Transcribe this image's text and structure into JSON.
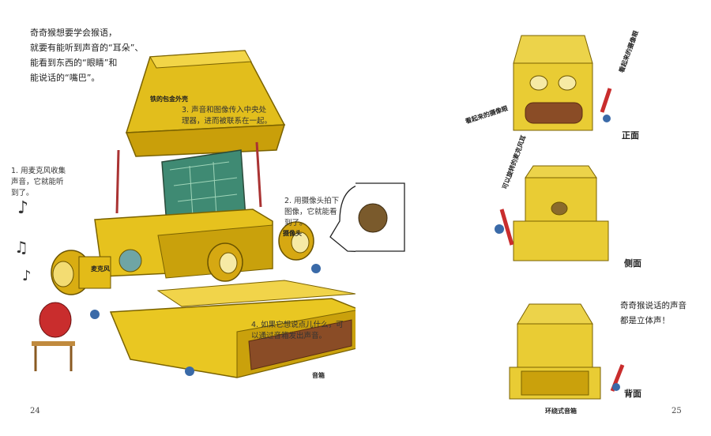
{
  "left_page": {
    "intro_lines": [
      "奇奇猴想要学会猴语，",
      "就要有能听到声音的“耳朵”、",
      "能看到东西的“眼睛”和",
      "能说话的“嘴巴”。"
    ],
    "note_mic": "1. 用麦克风收集声音，它就能听到了。",
    "note_camera": "2. 用摄像头拍下图像，它就能看到了。",
    "note_cpu": "3. 声音和图像传入中央处理器，进而被联系在一起。",
    "note_speaker": "4. 如果它想说点儿什么，可以通过音箱发出声音。",
    "label_shell": "铁的包金外壳",
    "label_mic": "麦克风",
    "label_camera": "摄像头",
    "label_speaker": "音箱",
    "page_number": "24"
  },
  "right_page": {
    "front_label": "正面",
    "side_label": "侧面",
    "back_label": "背面",
    "hand_left_camera": "看起来的摄像眼",
    "hand_right_camera": "看起来的摄像眼",
    "hand_mic": "可以旋转的麦克风耳",
    "hand_speaker": "环绕式音箱",
    "quote_line1": "奇奇猴说话的声音",
    "quote_line2": "都是立体声！",
    "page_number": "25"
  }
}
